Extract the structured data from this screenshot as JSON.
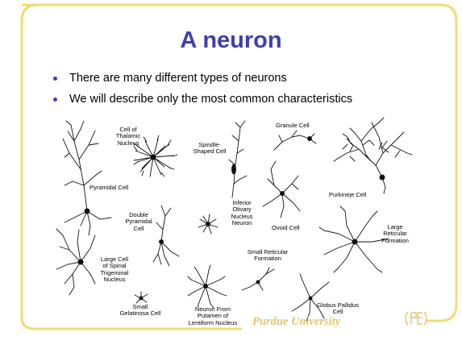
{
  "slide": {
    "title": "A neuron",
    "bullets": [
      "There are many different types of neurons",
      "We will describe only the most common characteristics"
    ],
    "footer": "Purdue University",
    "colors": {
      "frame": "#f2dc72",
      "title": "#3f3fb0",
      "footer_text": "#e0c66a"
    }
  },
  "figure": {
    "labels": {
      "pyramidal": "Pyramidal Cell",
      "thalamic": "Cell of\nThalamic\nNucleus",
      "spindle": "Spindle-\nShaped Cell",
      "granule": "Granule Cell",
      "purkinje": "Purkineje Cell",
      "double_pyr": "Double\nPyramidal\nCell",
      "olivary": "Inferior\nOlivary\nNucleus\nNeuron",
      "ovoid": "Ovoid Cell",
      "large_ret": "Large\nReticular\nFormation",
      "spinal": "Large Cell\nof Spinal\nTrigeminal\nNucleus",
      "small_ret": "Small Reticular\nFormation",
      "gelatinosa": "Small\nGelatinosa Cell",
      "putamen": "Neuron From\nPutamen of\nLentiform Nucleus",
      "globus": "Globus Pallidus\nCell"
    }
  }
}
